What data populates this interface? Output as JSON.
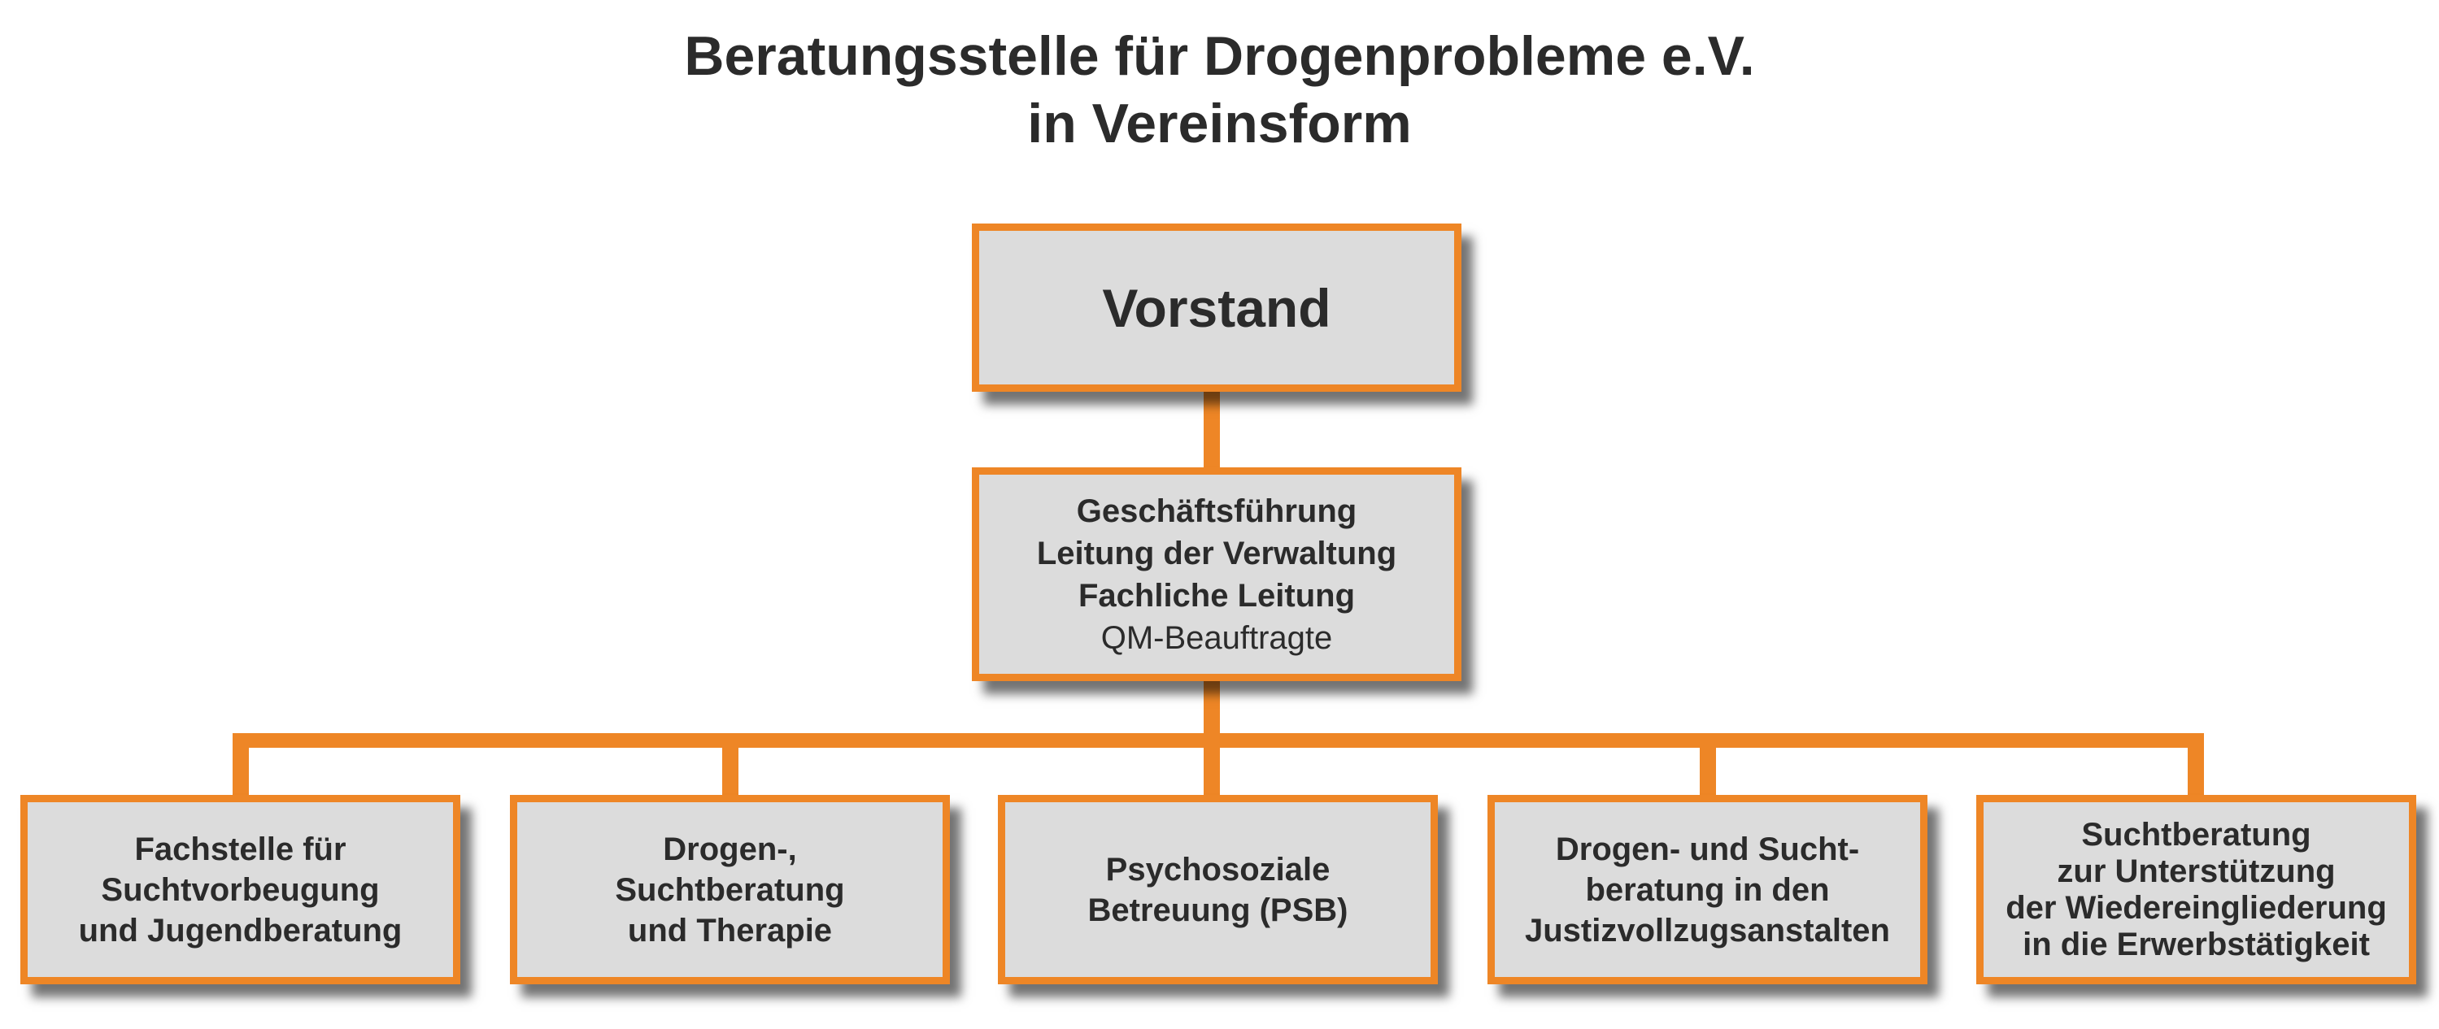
{
  "title": {
    "line1": "Beratungsstelle für Drogenprobleme e.V.",
    "line2": "in Vereinsform"
  },
  "boxes": {
    "vorstand": {
      "lines": [
        "Vorstand"
      ]
    },
    "geschaeftsfuehrung": {
      "lines": [
        "Geschäftsführung",
        "Leitung der Verwaltung",
        "Fachliche Leitung"
      ],
      "extra": "QM-Beauftragte"
    },
    "departments": [
      {
        "lines": [
          "Fachstelle für",
          "Suchtvorbeugung",
          "und Jugendberatung"
        ]
      },
      {
        "lines": [
          "Drogen-,",
          "Suchtberatung",
          "und Therapie"
        ]
      },
      {
        "lines": [
          "Psychosoziale",
          "Betreuung (PSB)"
        ]
      },
      {
        "lines": [
          "Drogen- und Sucht-",
          "beratung in den",
          "Justizvollzugsanstalten"
        ]
      },
      {
        "lines": [
          "Suchtberatung",
          "zur Unterstützung",
          "der Wiedereingliederung",
          "in die Erwerbstätigkeit"
        ]
      }
    ]
  },
  "colors": {
    "accent": "#ee8626",
    "box_fill": "#dcdcdc",
    "text": "#2b2b2b"
  }
}
